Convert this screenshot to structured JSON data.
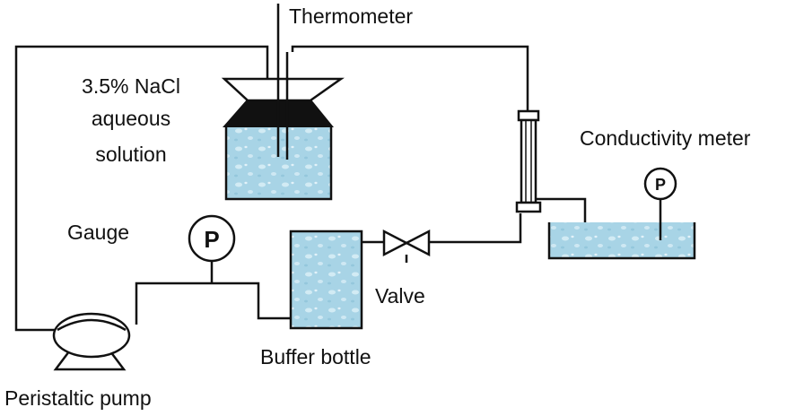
{
  "labels": {
    "thermometer": "Thermometer",
    "nacl_line1": "3.5% NaCl",
    "nacl_line2": "aqueous",
    "nacl_line3": "solution",
    "conductivity_meter": "Conductivity meter",
    "gauge": "Gauge",
    "valve": "Valve",
    "buffer_bottle": "Buffer bottle",
    "peristaltic_pump": "Peristaltic pump"
  },
  "gauge_symbol": "P",
  "colors": {
    "liquid": "#a8d4e6",
    "liquid_highlight": "#d8eef6",
    "line": "#111111",
    "stopper": "#111111"
  }
}
